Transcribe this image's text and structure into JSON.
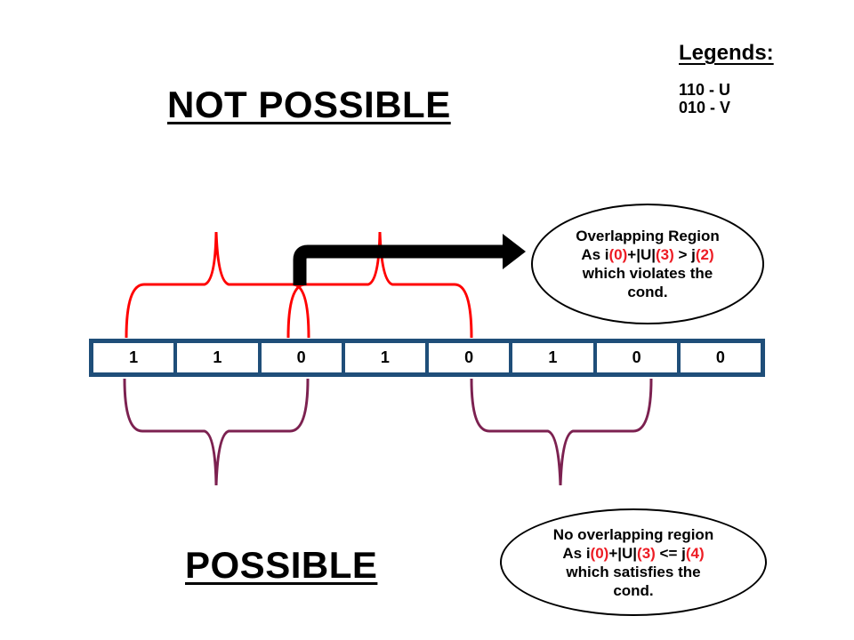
{
  "colors": {
    "background": "#ffffff",
    "array_border": "#1f4e79",
    "top_brace": "#ff0000",
    "bottom_brace": "#7c2150",
    "arrow": "#000000",
    "callout_border": "#000000",
    "highlight": "#ed1c24"
  },
  "titles": {
    "not_possible": "NOT POSSIBLE",
    "possible": "POSSIBLE"
  },
  "legend": {
    "title": "Legends:",
    "items": [
      "110 - U",
      "010 - V"
    ]
  },
  "bit_array": {
    "cells": [
      "1",
      "1",
      "0",
      "1",
      "0",
      "1",
      "0",
      "0"
    ]
  },
  "callouts": {
    "overlap": {
      "line1": "Overlapping Region",
      "line2": [
        {
          "t": "As i"
        },
        {
          "t": "(0)",
          "hl": true
        },
        {
          "t": "+|U|"
        },
        {
          "t": "(3)",
          "hl": true
        },
        {
          "t": " > j"
        },
        {
          "t": "(2)",
          "hl": true
        }
      ],
      "line3": "which violates the",
      "line4": "cond."
    },
    "no_overlap": {
      "line1": "No overlapping region",
      "line2": [
        {
          "t": "As i"
        },
        {
          "t": "(0)",
          "hl": true
        },
        {
          "t": "+|U|"
        },
        {
          "t": "(3)",
          "hl": true
        },
        {
          "t": " <= j"
        },
        {
          "t": "(4)",
          "hl": true
        }
      ],
      "line3": "which satisfies the",
      "line4": "cond."
    }
  }
}
